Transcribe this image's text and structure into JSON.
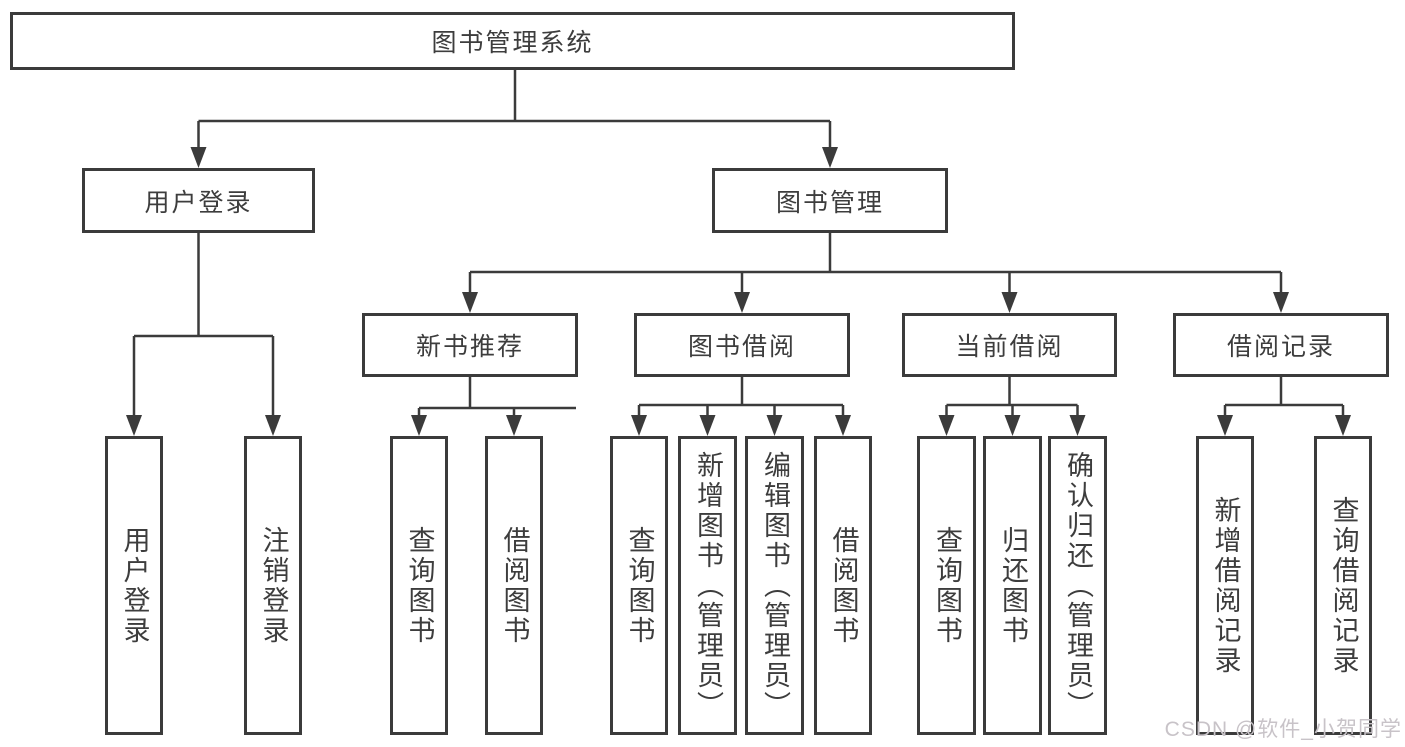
{
  "tree": {
    "label": "图书管理系统",
    "children": [
      {
        "label": "用户登录",
        "children": [
          {
            "label": "用户登录"
          },
          {
            "label": "注销登录"
          }
        ]
      },
      {
        "label": "图书管理",
        "children": [
          {
            "label": "新书推荐",
            "children": [
              {
                "label": "查询图书"
              },
              {
                "label": "借阅图书"
              }
            ]
          },
          {
            "label": "图书借阅",
            "children": [
              {
                "label": "查询图书"
              },
              {
                "label": "新增图书（管理员）"
              },
              {
                "label": "编辑图书（管理员）"
              },
              {
                "label": "借阅图书"
              }
            ]
          },
          {
            "label": "当前借阅",
            "children": [
              {
                "label": "查询图书"
              },
              {
                "label": "归还图书"
              },
              {
                "label": "确认归还（管理员）"
              }
            ]
          },
          {
            "label": "借阅记录",
            "children": [
              {
                "label": "新增借阅记录"
              },
              {
                "label": "查询借阅记录"
              }
            ]
          }
        ]
      }
    ]
  },
  "watermark": {
    "text": "CSDN @软件_小贺同学"
  },
  "colors": {
    "line": "#3b3b3b",
    "text": "#3d3d3d",
    "watermark": "#c8c3c8",
    "background": "#ffffff"
  }
}
